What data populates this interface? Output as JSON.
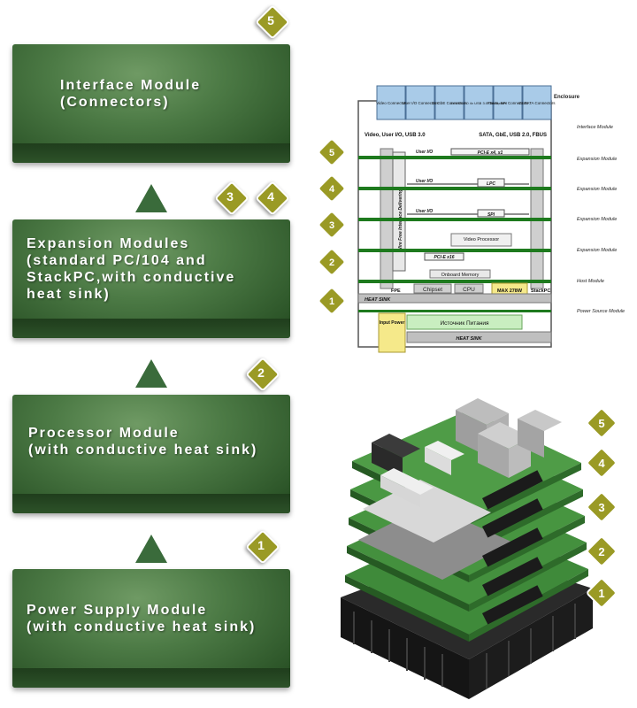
{
  "modules": [
    {
      "name": "interface",
      "label": "Interface Module\n(Connectors)",
      "badges": [
        "5"
      ]
    },
    {
      "name": "expansion",
      "label": "Expansion Modules\n(standard PC/104 and\nStackPC,with conductive\nheat sink)",
      "badges": [
        "3",
        "4"
      ]
    },
    {
      "name": "processor",
      "label": "Processor Module\n(with conductive heat sink)",
      "badges": [
        "2"
      ]
    },
    {
      "name": "power",
      "label": "Power Supply Module\n(with conductive heat sink)",
      "badges": [
        "1"
      ]
    }
  ],
  "block_diagram": {
    "enclosure": "Enclosure",
    "connectors": [
      "Video Connector",
      "User I/O Connectors",
      "2x GbE Connectors",
      "6x USB 2.0 4x USB 3.0 Connectors",
      "FBUS, SPI Connectors",
      "2x SATA Connectors"
    ],
    "bus_left": "Video, User I/O, USB 3.0",
    "bus_right": "SATA, GbE, USB 2.0, FBUS",
    "lane_labels": [
      "PCI-E x4, x1",
      "LPC",
      "SPI",
      "PCI-E x16"
    ],
    "user_io": "User I/O",
    "video_processor": "Video Processor",
    "wire_free": "Wire Free Interface Delivering",
    "onboard_memory": "Onboard Memory",
    "fpe": "FPE",
    "chipset": "Chipset",
    "cpu": "CPU",
    "max_power": "MAX 278W",
    "stackpc": "StackPC",
    "heat_sink": "HEAT SINK",
    "input_power": "Input Power",
    "power_source": "Источник Питания",
    "right_labels": [
      "Interface Module",
      "Expansion Module",
      "Expansion Module",
      "Expansion Module",
      "Expansion Module",
      "Host Module",
      "Power Source Module"
    ],
    "badges": [
      "5",
      "4",
      "3",
      "2",
      "1"
    ]
  },
  "stack_badges": [
    "5",
    "4",
    "3",
    "2",
    "1"
  ],
  "colors": {
    "module_green": "#4c7a45",
    "badge_olive": "#9a9a25",
    "triangle": "#3a6b3b",
    "connector_blue": "#a9cbe8",
    "pcb_green": "#1e7a1e"
  }
}
